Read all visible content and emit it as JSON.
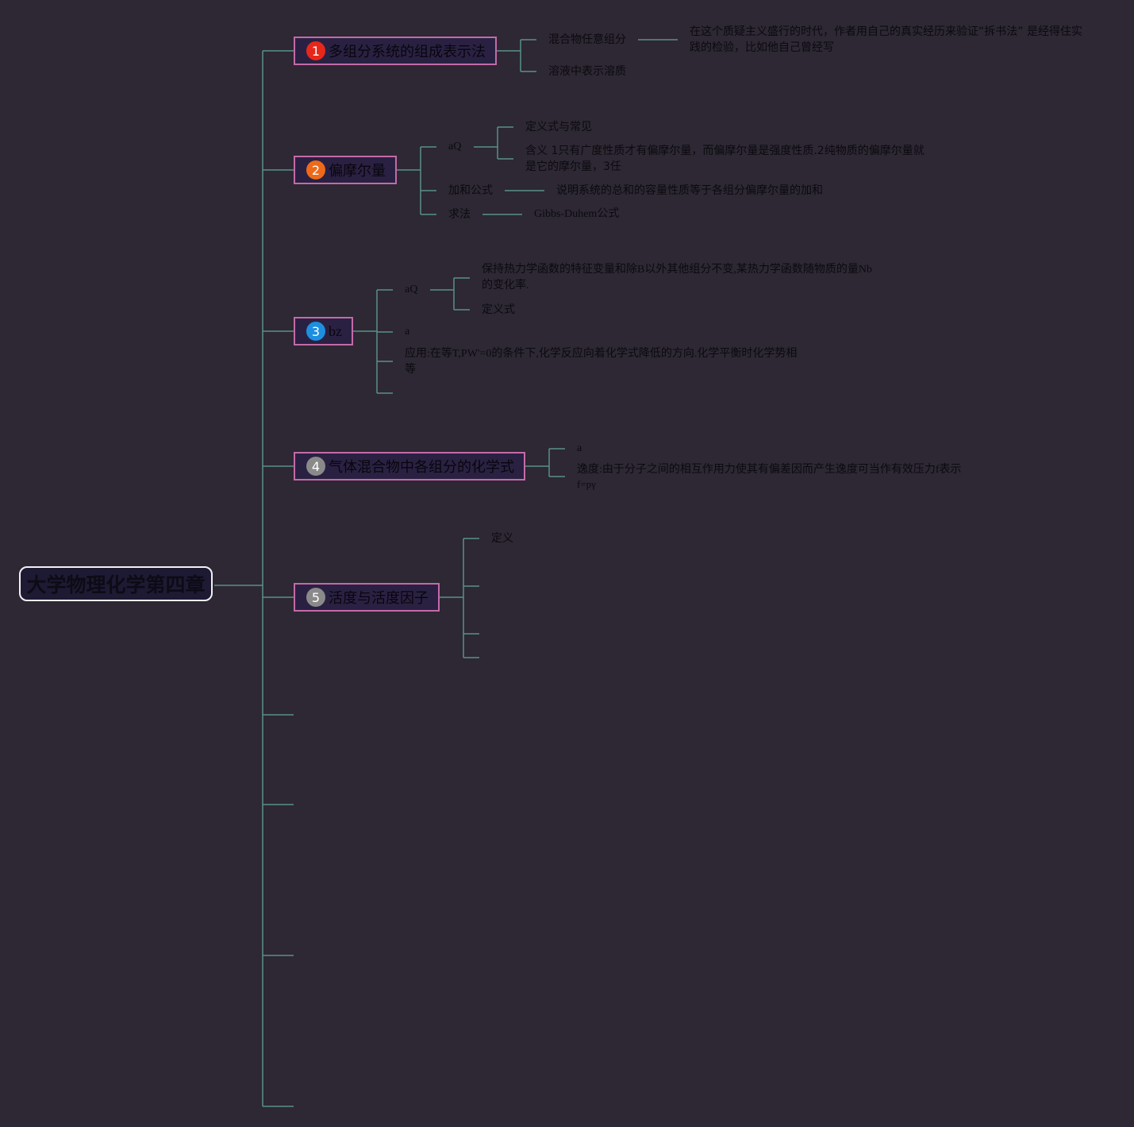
{
  "root": {
    "title": "大学物理化学第四章"
  },
  "topics": [
    {
      "num": "1",
      "label": "多组分系统的组成表示法",
      "badge_color": "#e8271b"
    },
    {
      "num": "2",
      "label": "偏摩尔量",
      "badge_color": "#ee6a19"
    },
    {
      "num": "3",
      "label": "bz",
      "badge_color": "#1e8fe0"
    },
    {
      "num": "4",
      "label": "气体混合物中各组分的化学式",
      "badge_color": "#8a8a8a"
    },
    {
      "num": "5",
      "label": "活度与活度因子",
      "badge_color": "#8a8a8a"
    }
  ],
  "t1": {
    "c1": "混合物任意组分",
    "c1_note_l1": "在这个质疑主义盛行的时代，作者用自己的真实经历来验证“拆书法” 是经得住实",
    "c1_note_l2": "践的检验，比如他自己曾经写",
    "c2": "溶液中表示溶质"
  },
  "t2": {
    "aq": "aQ",
    "aq_c1": "定义式与常见",
    "aq_c2_l1": "含义 1只有广度性质才有偏摩尔量，而偏摩尔量是强度性质.2纯物质的偏摩尔量就",
    "aq_c2_l2": "是它的摩尔量，3任",
    "sum": "加和公式",
    "sum_note": "说明系统的总和的容量性质等于各组分偏摩尔量的加和",
    "method": "求法",
    "method_note": "Gibbs-Duhem公式"
  },
  "t3": {
    "aq": "aQ",
    "aq_c1_l1": "保持热力学函数的特征变量和除B以外其他组分不变,某热力学函数随物质的量Nb",
    "aq_c1_l2": "的变化率.",
    "aq_c2": "定义式",
    "a": "a",
    "app_l1": "应用:在等T,PW'=0的条件下,化学反应向着化学式降低的方向.化学平衡时化学势相",
    "app_l2": "等"
  },
  "t4": {
    "a": "a",
    "fug_l1": "逸度:由于分子之间的相互作用力使其有偏差因而产生逸度可当作有效压力f表示",
    "fug_l2": "f=pγ"
  },
  "t5": {
    "def": "定义"
  },
  "colors": {
    "background": "#2d2833",
    "line": "#5a8f8a",
    "topic_border": "#c46aa8",
    "root_border": "#f2f0f5"
  }
}
